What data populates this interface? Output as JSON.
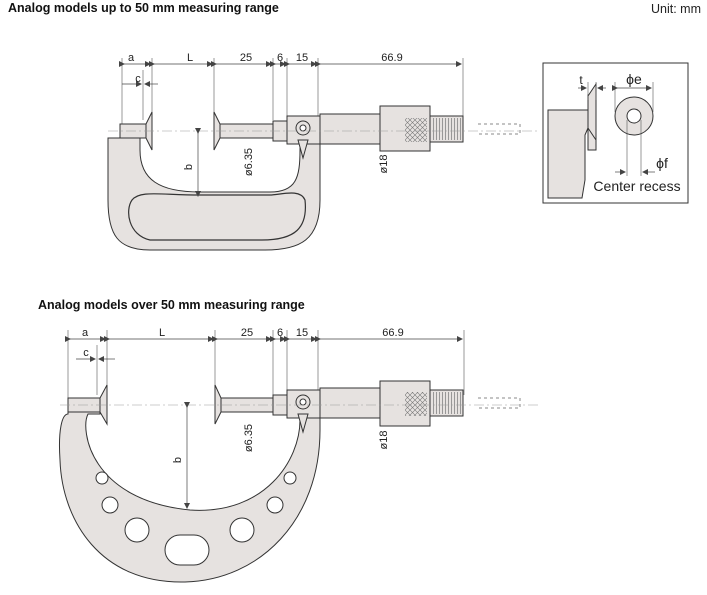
{
  "headings": {
    "top": "Analog models up to 50 mm measuring range",
    "bottom": "Analog models over 50 mm measuring range",
    "unit": "Unit: mm"
  },
  "dimensions": {
    "a": "a",
    "c": "c",
    "L": "L",
    "d25": "25",
    "d6": "6",
    "d15": "15",
    "d669": "66.9",
    "b": "b",
    "dia635": "ø6.35",
    "dia18": "ø18"
  },
  "detail": {
    "t": "t",
    "phi_e": "ϕe",
    "phi_f": "ϕf",
    "center_recess": "Center recess"
  },
  "colors": {
    "body_fill": "#e6e2e0",
    "line": "#333333",
    "dim_line": "#444444"
  }
}
